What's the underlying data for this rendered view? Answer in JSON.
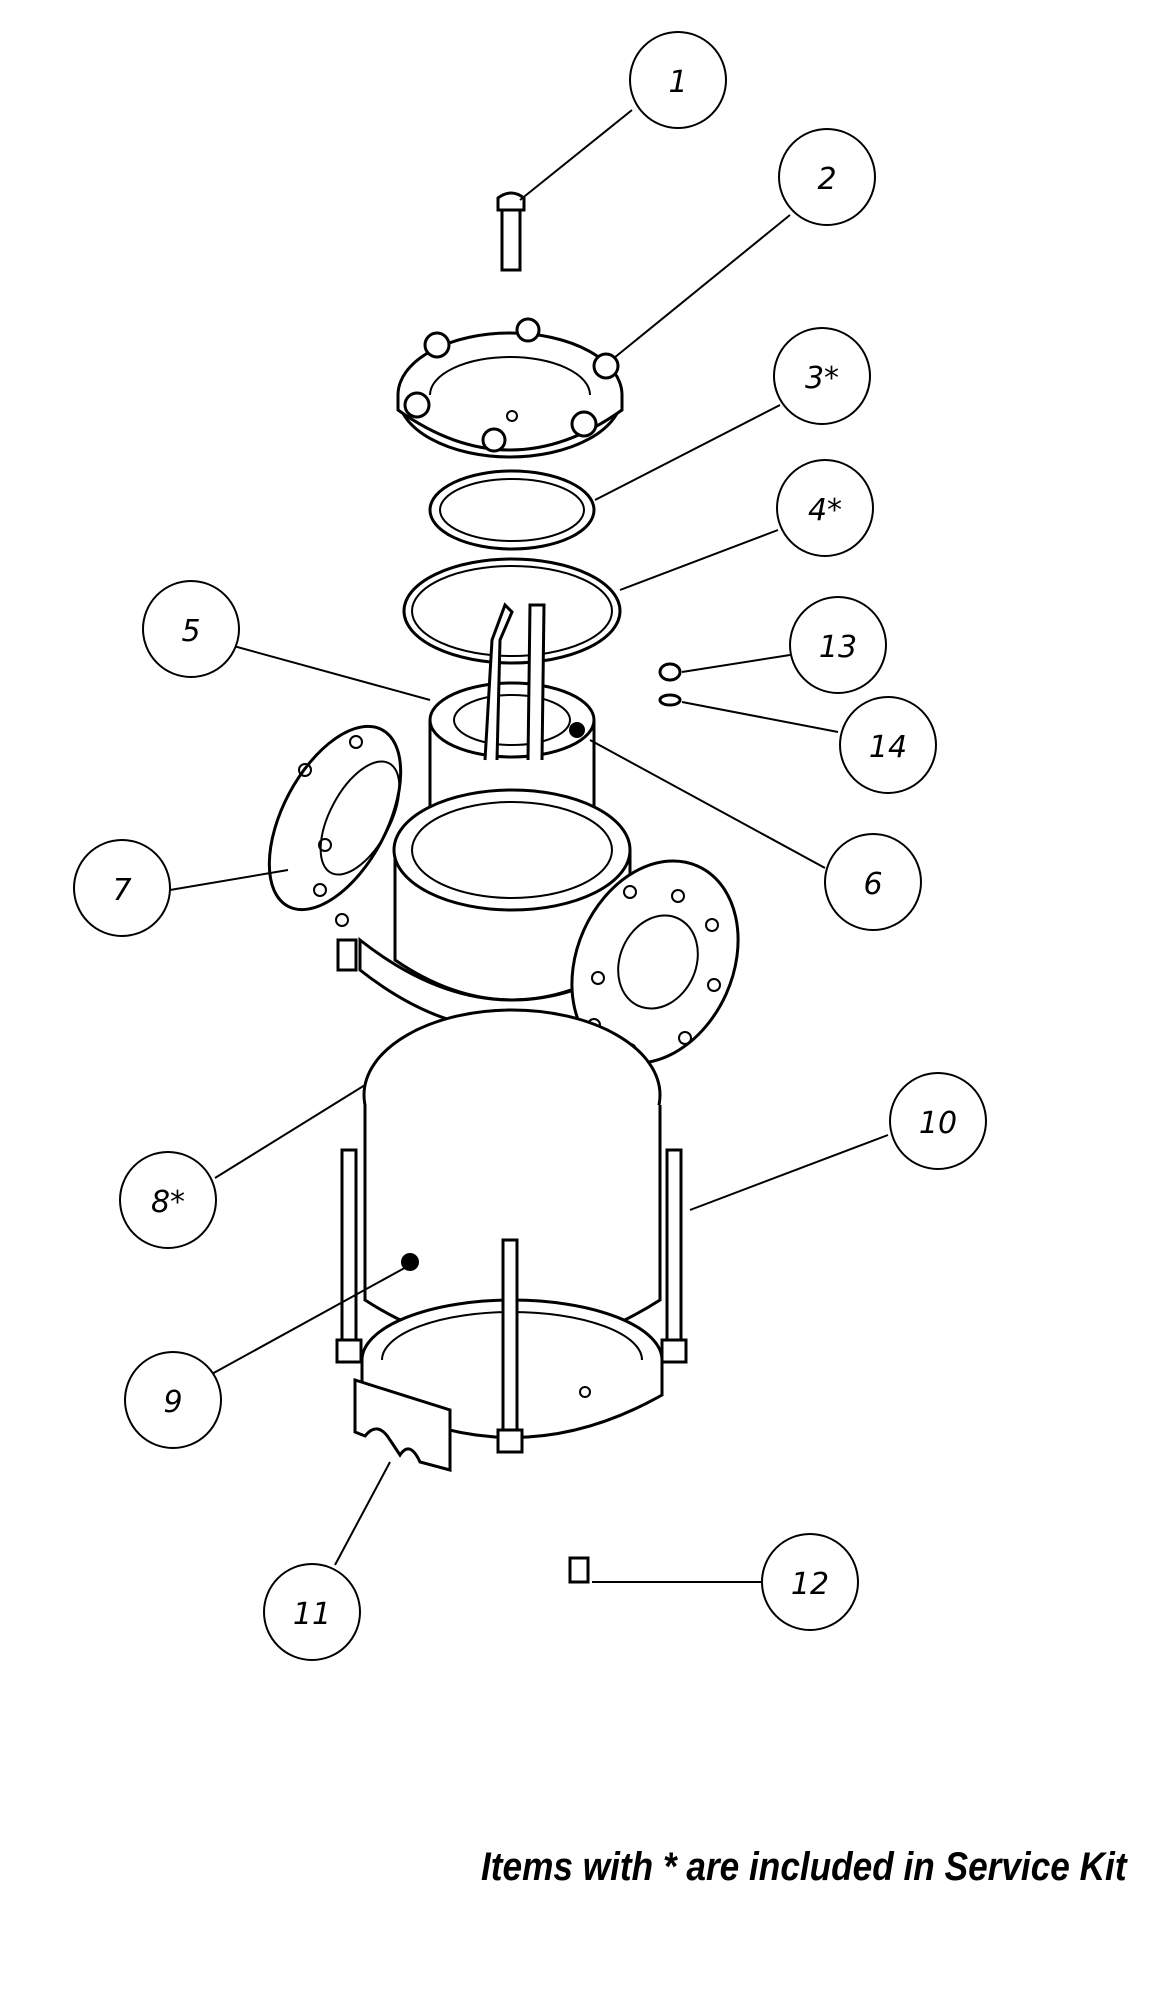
{
  "callouts": [
    {
      "id": "1",
      "label": "1"
    },
    {
      "id": "2",
      "label": "2"
    },
    {
      "id": "3",
      "label": "3*"
    },
    {
      "id": "4",
      "label": "4*"
    },
    {
      "id": "5",
      "label": "5"
    },
    {
      "id": "6",
      "label": "6"
    },
    {
      "id": "7",
      "label": "7"
    },
    {
      "id": "8",
      "label": "8*"
    },
    {
      "id": "9",
      "label": "9"
    },
    {
      "id": "10",
      "label": "10"
    },
    {
      "id": "11",
      "label": "11"
    },
    {
      "id": "12",
      "label": "12"
    },
    {
      "id": "13",
      "label": "13"
    },
    {
      "id": "14",
      "label": "14"
    }
  ],
  "footnote": "Items with * are included in Service Kit"
}
